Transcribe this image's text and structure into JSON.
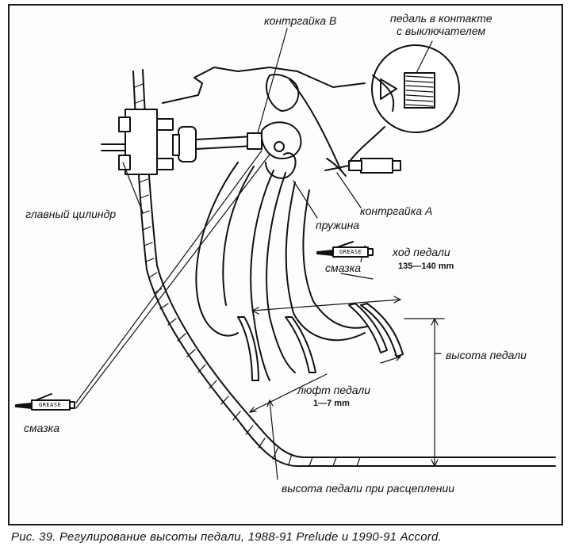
{
  "labels": {
    "locknut_b": "контргайка В",
    "pedal_contact_line1": "педаль в контакте",
    "pedal_contact_line2": "с выключателем",
    "master_cylinder": "главный цилиндр",
    "locknut_a": "контргайка А",
    "spring": "пружина",
    "pedal_stroke": "ход педали",
    "pedal_stroke_value": "135—140 mm",
    "lubrication_right": "смазка",
    "pedal_height": "высота педали",
    "free_play": "люфт педали",
    "free_play_value": "1—7 mm",
    "lubrication_left": "смазка",
    "disengage_height": "высота педали при расцеплении",
    "grease_tag": "GREASE"
  },
  "caption": "Рис. 39. Регулирование высоты педали, 1988-91 Prelude и 1990-91 Accord."
}
